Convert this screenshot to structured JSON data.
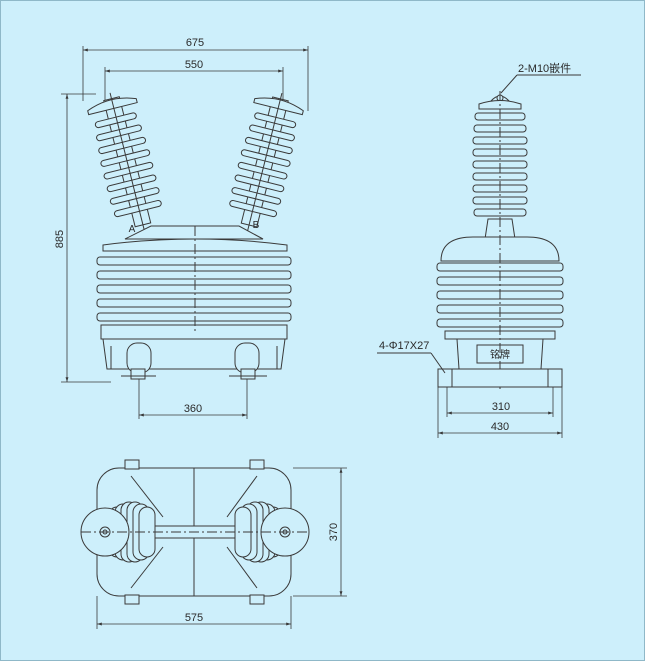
{
  "front_view": {
    "width_total": "675",
    "width_inner": "550",
    "height": "885",
    "base_spacing": "360",
    "label_a": "A",
    "label_b": "B"
  },
  "side_view": {
    "insert_label": "2-M10嵌件",
    "hole_label": "4-Φ17X27",
    "nameplate": "铭牌",
    "width_inner": "310",
    "width_total": "430"
  },
  "top_view": {
    "width": "575",
    "depth": "370"
  },
  "colors": {
    "background": "#cdeffb",
    "line": "#3a3a3a"
  }
}
